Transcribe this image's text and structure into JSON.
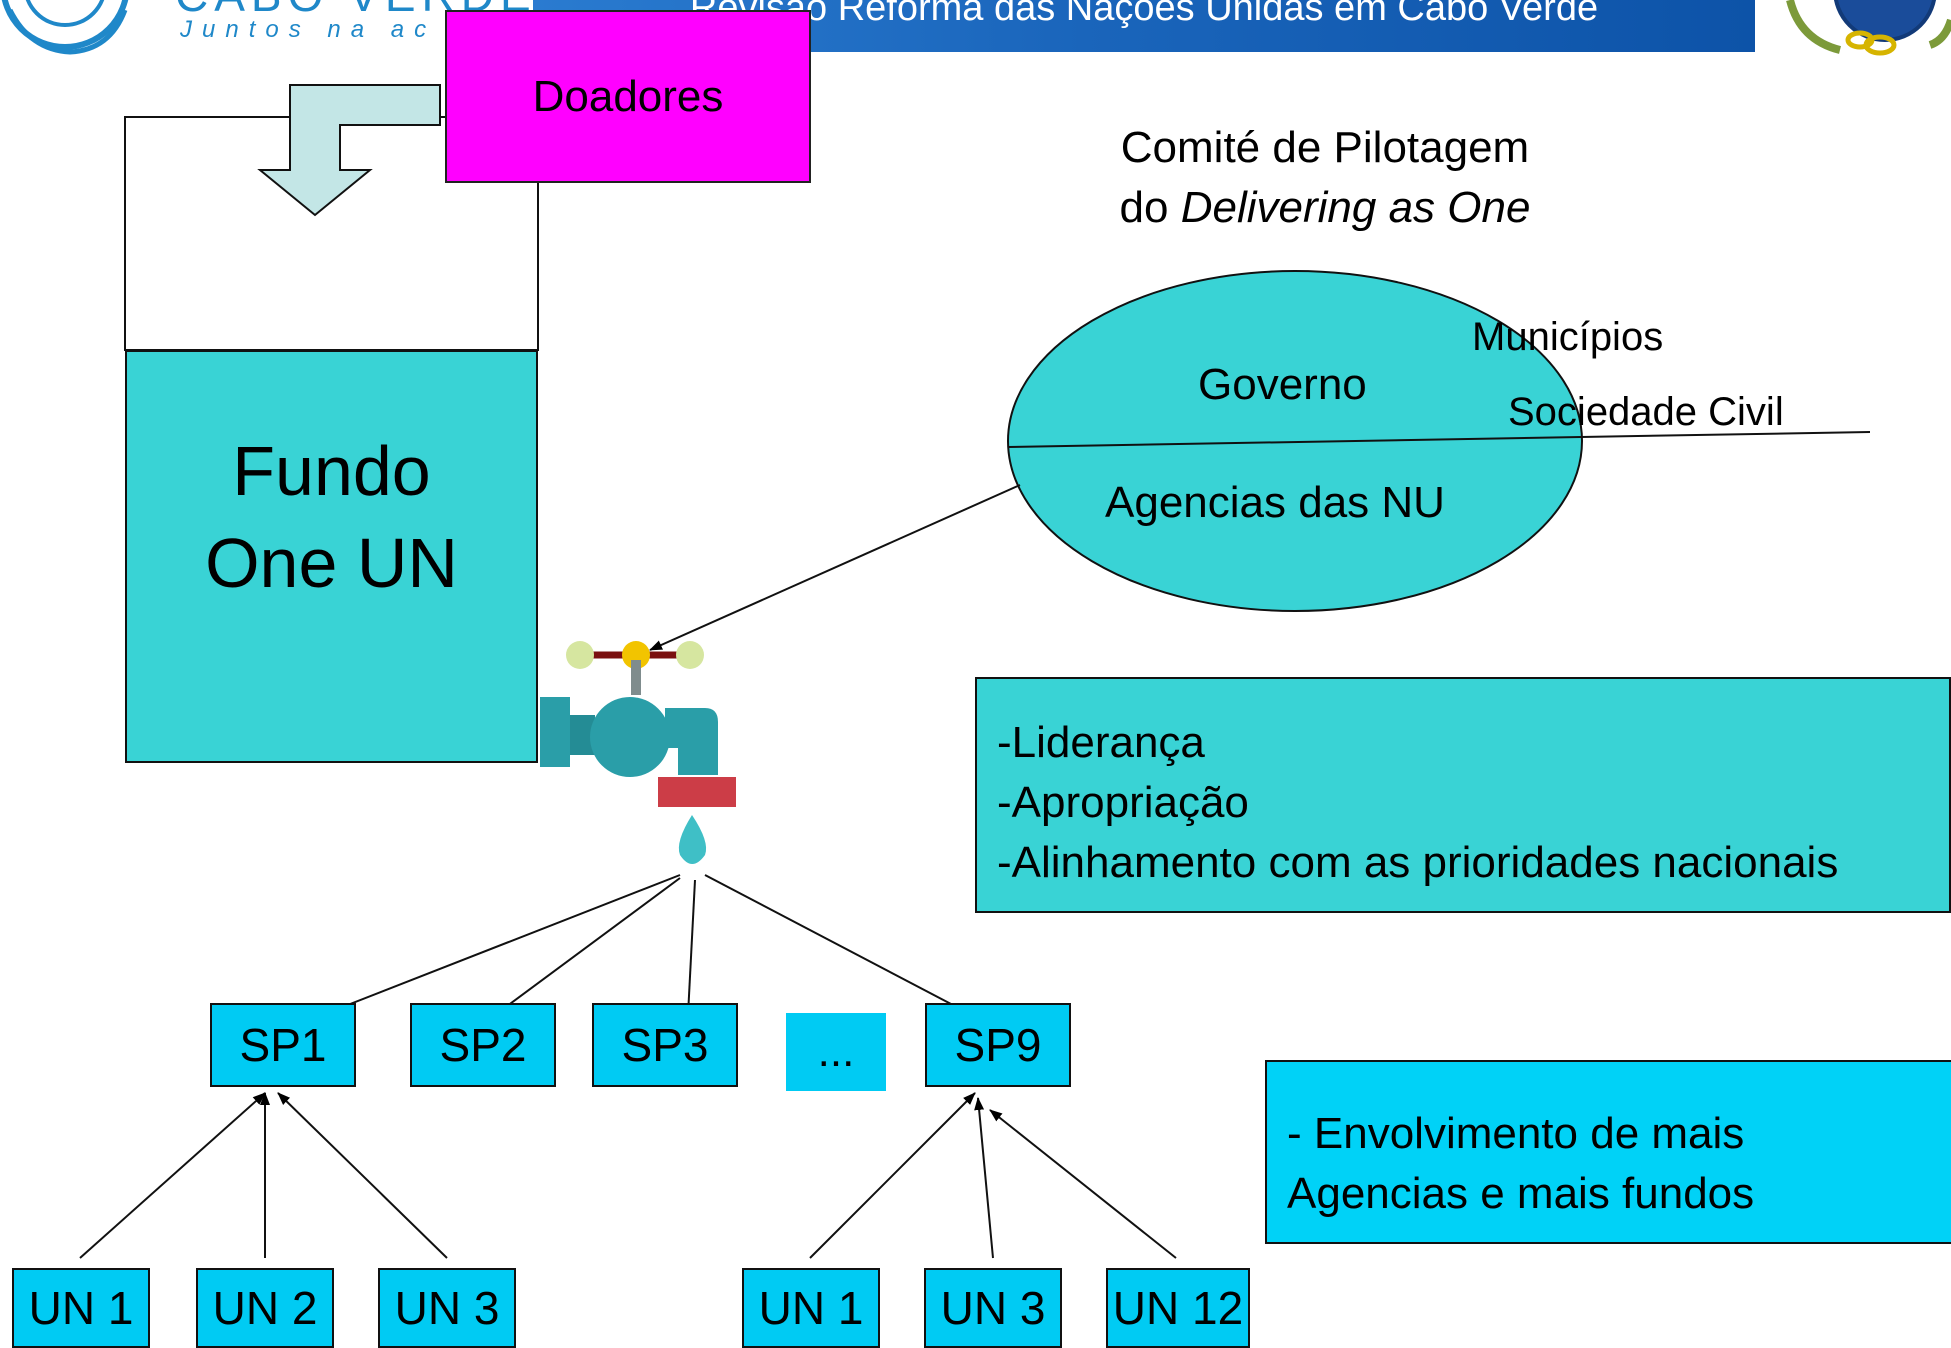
{
  "header": {
    "title": "Revisão Reforma das Nações Unidas em Cabo Verde",
    "logo_text": "CABO VERDE",
    "logo_tagline": "Juntos na ac"
  },
  "donors": {
    "label": "Doadores"
  },
  "fund": {
    "line1": "Fundo",
    "line2": "One UN"
  },
  "steering_committee": {
    "line1": "Comité de Pilotagem",
    "line2_prefix": "do ",
    "line2_emphasis": "Delivering as One",
    "upper": "Governo",
    "lower": "Agencias das NU",
    "side_label_1": "Municípios",
    "side_label_2": "Sociedade Civil"
  },
  "principles": [
    "-Liderança",
    "-Apropriação",
    "-Alinhamento com as prioridades nacionais"
  ],
  "involvement": {
    "line1": "- Envolvimento de mais",
    "line2": "Agencias e mais fundos"
  },
  "strategic_programmes": [
    "SP1",
    "SP2",
    "SP3",
    "...",
    "SP9"
  ],
  "agencies_left": [
    "UN 1",
    "UN 2",
    "UN 3"
  ],
  "agencies_right": [
    "UN 1",
    "UN 3",
    "UN 12"
  ],
  "colors": {
    "fund": "#39d3d5",
    "boxes": "#00cbf3",
    "donors": "#ff00ff",
    "header": "#1a65bb",
    "tap_body": "#2a9ea8",
    "tap_spout": "#cc3d47",
    "drop": "#3fbfc6",
    "arrow_pipe": "#c3e6e6"
  }
}
